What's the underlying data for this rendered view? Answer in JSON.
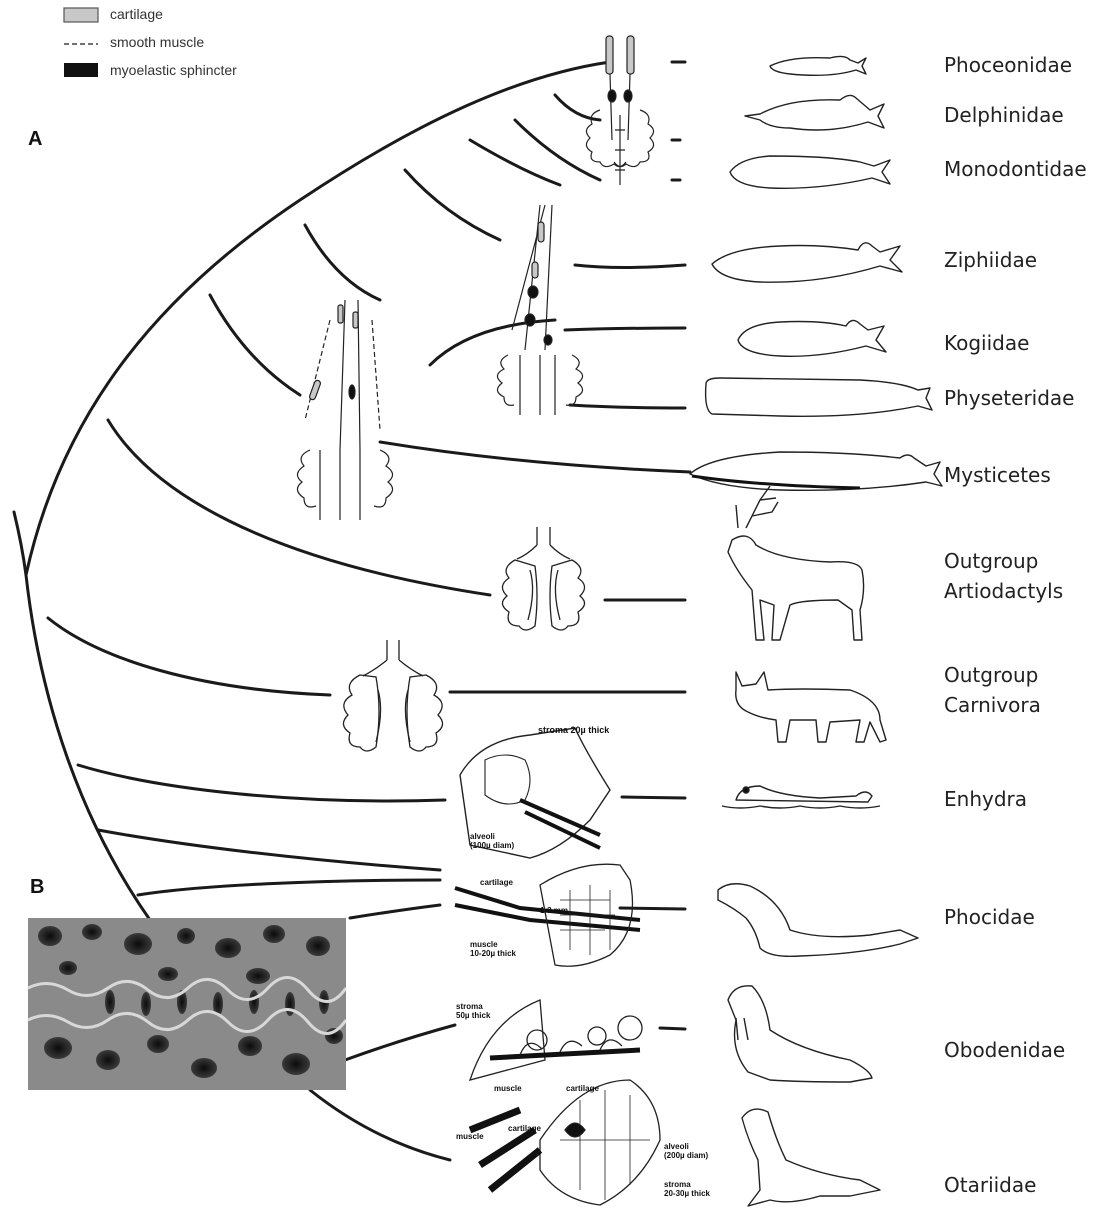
{
  "legend": {
    "items": [
      {
        "label": "cartilage",
        "swatch": "#c8c8c8"
      },
      {
        "label": "smooth muscle",
        "swatch": "dashed"
      },
      {
        "label": "myoelastic sphincter",
        "swatch": "#111111"
      }
    ]
  },
  "panels": {
    "a": "A",
    "b": "B"
  },
  "taxa": [
    {
      "label": "Phoceonidae"
    },
    {
      "label": "Delphinidae"
    },
    {
      "label": "Monodontidae"
    },
    {
      "label": "Ziphiidae"
    },
    {
      "label": "Kogiidae"
    },
    {
      "label": "Physeteridae"
    },
    {
      "label": "Mysticetes"
    },
    {
      "label": "Outgroup\nArtiodactyls"
    },
    {
      "label": "Outgroup\nCarnivora"
    },
    {
      "label": "Enhydra"
    },
    {
      "label": "Phocidae"
    },
    {
      "label": "Obodenidae"
    },
    {
      "label": "Otariidae"
    }
  ],
  "annotations": {
    "enhydra_stroma": "stroma 20µ thick",
    "enhydra_alveoli": "alveoli\n(100µ diam)",
    "phocid_cartilage": "cartilage",
    "phocid_scale": "1-3 mm",
    "phocid_muscle": "muscle\n10-20µ thick",
    "odob_stroma": "stroma\n50µ thick",
    "odob_muscle": "muscle",
    "odob_cartilage": "cartilage",
    "otar_muscle": "muscle",
    "otar_cartilage": "cartilage",
    "otar_alveoli": "alveoli\n(200µ diam)",
    "otar_stroma": "stroma\n20-30µ thick"
  },
  "icons": [
    "porpoise-icon",
    "dolphin-icon",
    "beluga-icon",
    "beaked-whale-icon",
    "pygmy-sperm-whale-icon",
    "sperm-whale-icon",
    "baleen-whale-icon",
    "deer-icon",
    "cat-icon",
    "sea-otter-icon",
    "seal-icon",
    "walrus-icon",
    "sea-lion-icon"
  ]
}
